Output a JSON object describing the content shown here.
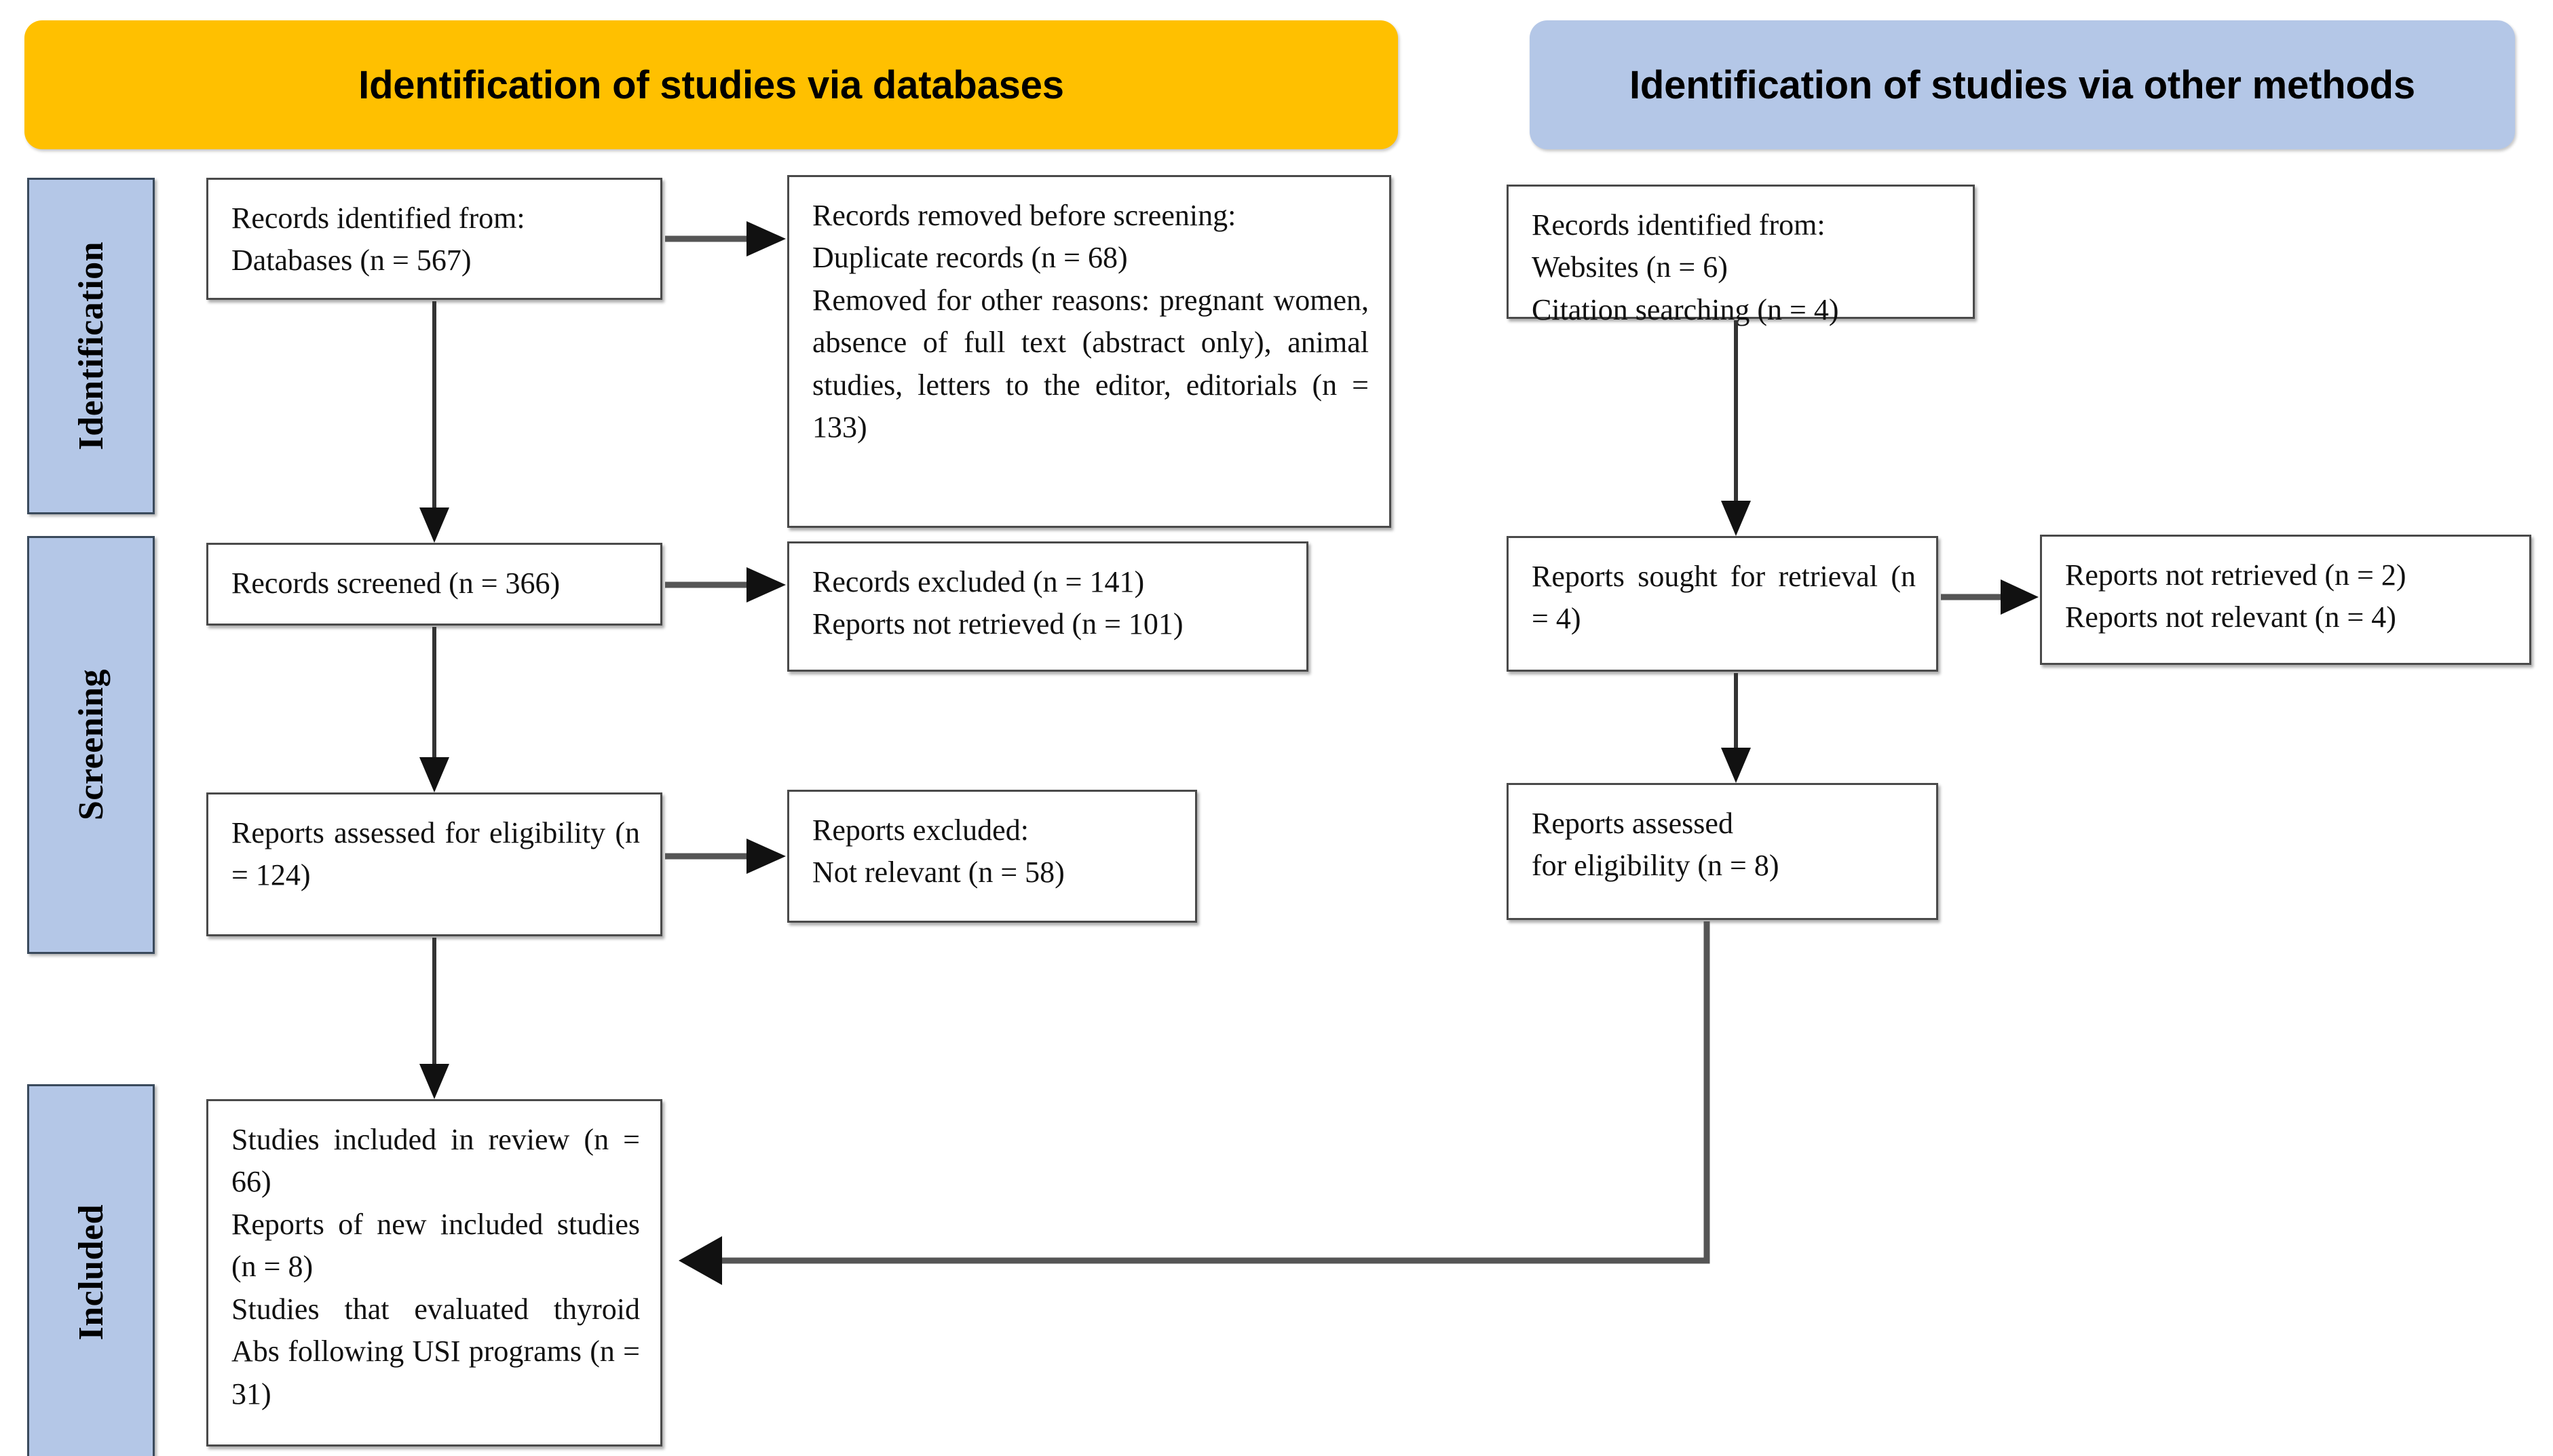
{
  "diagram": {
    "title": "PRISMA 2020 flow diagram",
    "colors": {
      "header_databases": "#FFC000",
      "header_other": "#B4C7E7",
      "stage_bar": "#B4C7E7",
      "box_border": "#4A4A4A",
      "connector": "#555555",
      "text": "#111111"
    }
  },
  "headers": {
    "databases": "Identification of studies via databases",
    "other": "Identification of studies via other methods"
  },
  "stage_bars": [
    {
      "label": "Identification"
    },
    {
      "label": "Screening"
    },
    {
      "label": "Included"
    }
  ],
  "boxes": {
    "identified_databases": {
      "line1": "Records identified from:",
      "line2": "Databases (n = 567)"
    },
    "removed_before_screening": {
      "line1": "Records removed before screening:",
      "line2": "Duplicate records (n = 68)",
      "line3": "Removed for other reasons: pregnant women, absence of full text (abstract only), animal studies, letters to the editor, editorials (n = 133)"
    },
    "records_screened": {
      "line1": "Records screened (n = 366)"
    },
    "records_excluded": {
      "line1": "Records excluded (n = 141)",
      "line2": "Reports not retrieved (n = 101)"
    },
    "reports_assessed": {
      "line1": "Reports assessed for eligibility (n = 124)"
    },
    "reports_excluded": {
      "line1": "Reports excluded:",
      "line2": "Not relevant (n = 58)"
    },
    "studies_included": {
      "line1": "Studies included in review (n = 66)",
      "line2": "Reports of new included studies (n = 8)",
      "line3": "Studies that evaluated thyroid Abs following USI programs (n = 31)"
    },
    "identified_other": {
      "line1": "Records identified from:",
      "line2": "Websites (n = 6)",
      "line3": "Citation searching (n = 4)"
    },
    "reports_sought": {
      "line1": "Reports sought for retrieval (n = 4)"
    },
    "reports_not_retrieved": {
      "line1": "Reports not retrieved (n = 2)",
      "line2": "Reports not relevant (n = 4)"
    },
    "reports_assessed_other": {
      "line1": "Reports assessed",
      "line2": "for eligibility (n = 8)"
    }
  },
  "counts": {
    "databases_records": 567,
    "duplicate_records": 68,
    "removed_other_reasons": 133,
    "records_screened": 366,
    "records_excluded": 141,
    "reports_not_retrieved_db": 101,
    "reports_assessed_db": 124,
    "reports_excluded_not_relevant": 58,
    "studies_included_review": 66,
    "reports_new_included_studies": 8,
    "studies_thyroid_abs_usi": 31,
    "websites_records": 6,
    "citation_searching_records": 4,
    "reports_sought_retrieval": 4,
    "reports_not_retrieved_other": 2,
    "reports_not_relevant_other": 4,
    "reports_assessed_other": 8
  }
}
